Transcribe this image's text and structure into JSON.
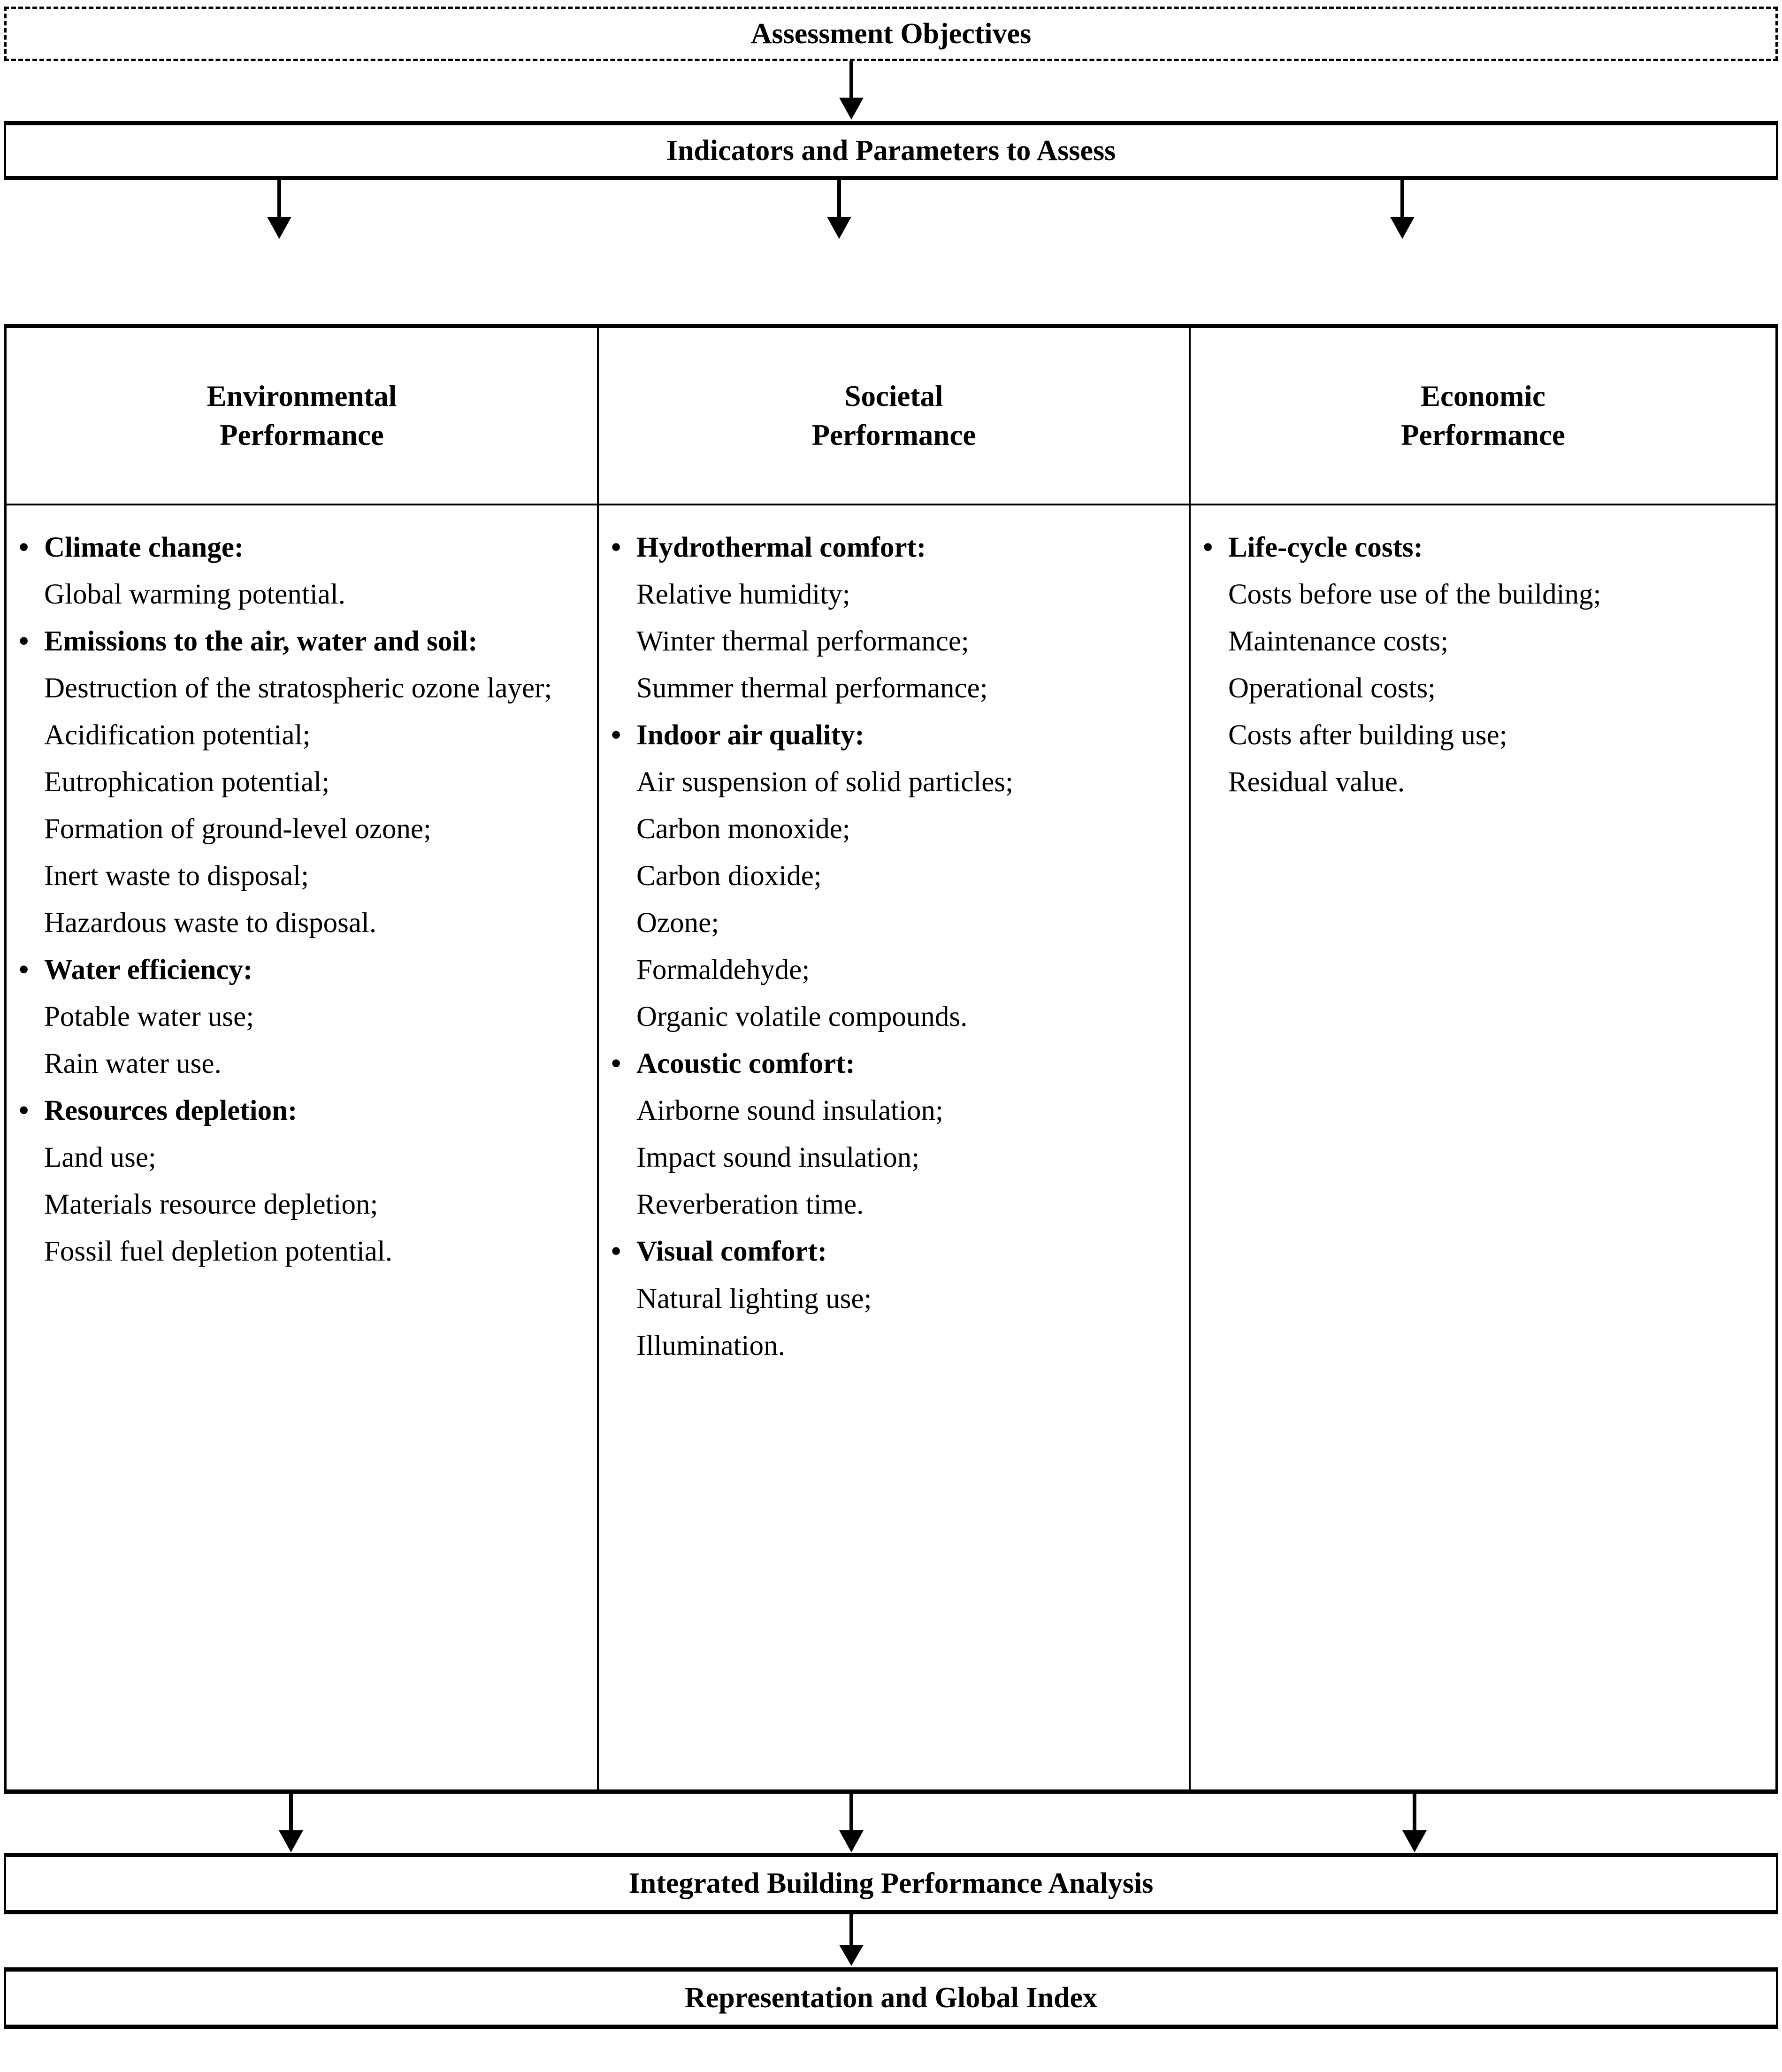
{
  "diagram": {
    "top_box": {
      "label": "Assessment Objectives"
    },
    "second_box": {
      "label": "Indicators and Parameters to Assess"
    },
    "columns": [
      {
        "id": "environmental",
        "heading_line1": "Environmental",
        "heading_line2": "Performance",
        "groups": [
          {
            "title": "Climate change:",
            "items": [
              "Global warming potential."
            ]
          },
          {
            "title": "Emissions to the air, water and soil:",
            "items": [
              "Destruction of the stratospheric ozone layer;",
              "Acidification potential;",
              "Eutrophication potential;",
              "Formation of ground-level ozone;",
              "Inert waste to disposal;",
              "Hazardous waste to disposal."
            ]
          },
          {
            "title": "Water efficiency:",
            "items": [
              "Potable water use;",
              "Rain water use."
            ]
          },
          {
            "title": "Resources depletion:",
            "items": [
              "Land use;",
              "Materials resource depletion;",
              "Fossil fuel depletion potential."
            ]
          }
        ]
      },
      {
        "id": "societal",
        "heading_line1": "Societal",
        "heading_line2": "Performance",
        "groups": [
          {
            "title": "Hydrothermal comfort:",
            "items": [
              "Relative humidity;",
              "Winter thermal performance;",
              "Summer thermal performance;"
            ]
          },
          {
            "title": "Indoor air quality:",
            "items": [
              "Air suspension of solid particles;",
              "Carbon monoxide;",
              "Carbon dioxide;",
              "Ozone;",
              "Formaldehyde;",
              "Organic volatile compounds."
            ]
          },
          {
            "title": "Acoustic comfort:",
            "items": [
              "Airborne sound insulation;",
              "Impact sound insulation;",
              "Reverberation time."
            ]
          },
          {
            "title": "Visual comfort:",
            "items": [
              "Natural lighting use;",
              "Illumination."
            ]
          }
        ]
      },
      {
        "id": "economic",
        "heading_line1": "Economic",
        "heading_line2": "Performance",
        "groups": [
          {
            "title": "Life-cycle costs:",
            "items": [
              "Costs before use of the building;",
              "Maintenance costs;",
              "Operational costs;",
              "Costs after building use;",
              "Residual value."
            ]
          }
        ]
      }
    ],
    "analysis_box": {
      "label": "Integrated Building Performance Analysis"
    },
    "result_box": {
      "label": "Representation and Global Index"
    },
    "bullet_glyph": "•",
    "colors": {
      "line": "#000000",
      "background": "#ffffff",
      "text": "#000000"
    }
  }
}
